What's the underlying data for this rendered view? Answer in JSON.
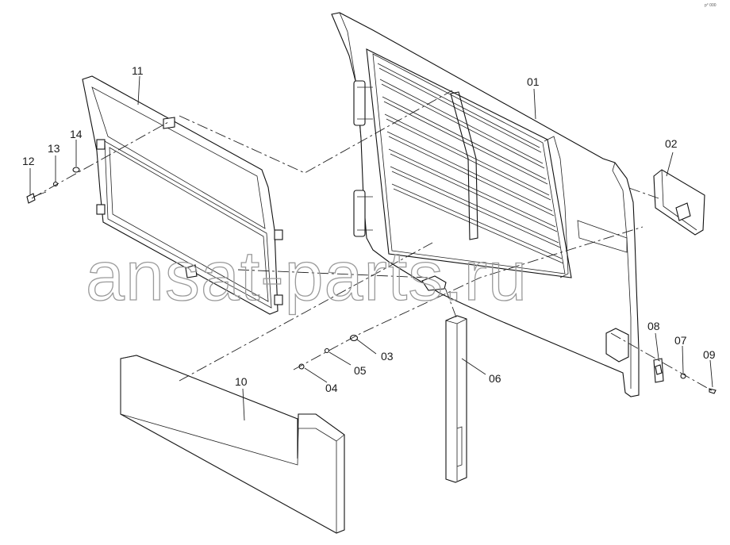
{
  "watermark": "ansat-parts.ru",
  "corner_code": "p° 000",
  "callouts": [
    {
      "id": "01",
      "text": "01"
    },
    {
      "id": "02",
      "text": "02"
    },
    {
      "id": "03",
      "text": "03"
    },
    {
      "id": "04",
      "text": "04"
    },
    {
      "id": "05",
      "text": "05"
    },
    {
      "id": "06",
      "text": "06"
    },
    {
      "id": "07",
      "text": "07"
    },
    {
      "id": "08",
      "text": "08"
    },
    {
      "id": "09",
      "text": "09"
    },
    {
      "id": "10",
      "text": "10"
    },
    {
      "id": "11",
      "text": "11"
    },
    {
      "id": "12",
      "text": "12"
    },
    {
      "id": "13",
      "text": "13"
    },
    {
      "id": "14",
      "text": "14"
    }
  ]
}
